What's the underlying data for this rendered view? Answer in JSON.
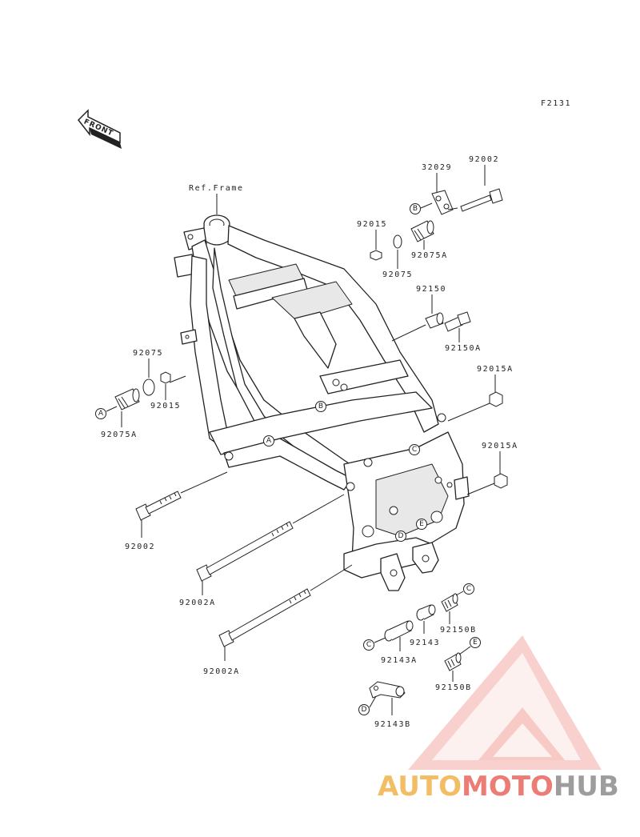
{
  "diagram_code": "F2131",
  "front_label": "FRONT",
  "ref_frame": "Ref.Frame",
  "parts": {
    "p32029": "32029",
    "p92002_top": "92002",
    "p92015_top": "92015",
    "p92075A_top": "92075A",
    "p92075_top": "92075",
    "p92150": "92150",
    "p92150A": "92150A",
    "p92015A_1": "92015A",
    "p92015A_2": "92015A",
    "p92075_left": "92075",
    "p92015_left": "92015",
    "p92075A_left": "92075A",
    "p92002_left": "92002",
    "p92002A_1": "92002A",
    "p92002A_2": "92002A",
    "p92143": "92143",
    "p92143A": "92143A",
    "p92150B_1": "92150B",
    "p92150B_2": "92150B",
    "p92143B": "92143B"
  },
  "callouts": {
    "A": "A",
    "B": "B",
    "C": "C",
    "D": "D",
    "E": "E"
  },
  "watermark": {
    "part1": "AUTO",
    "part2": "MOTO",
    "part3": "HUB",
    "color_gold": "#f0b24a",
    "color_red": "#e8665f",
    "color_gray": "#8c8c8c"
  }
}
